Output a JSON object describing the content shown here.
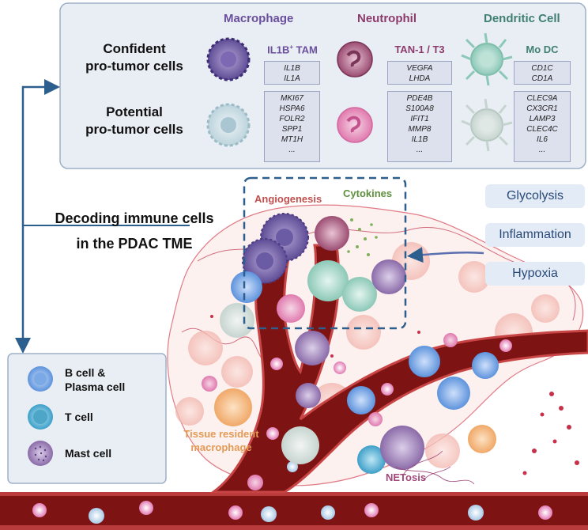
{
  "top_panel": {
    "columns": {
      "macrophage": {
        "title": "Macrophage",
        "color": "#6a4f9c"
      },
      "neutrophil": {
        "title": "Neutrophil",
        "color": "#8c3a6a"
      },
      "dendritic": {
        "title": "Dendritic Cell",
        "color": "#3f7f72"
      }
    },
    "rows": {
      "confident": {
        "label_line1": "Confident",
        "label_line2": "pro-tumor cells"
      },
      "potential": {
        "label_line1": "Potential",
        "label_line2": "pro-tumor cells"
      }
    },
    "subtypes": {
      "macrophage": "IL1B",
      "macrophage_sup": "+",
      "macrophage_suffix": " TAM",
      "neutrophil": "TAN-1 / T3",
      "dendritic": "Mo DC"
    },
    "genes": {
      "macrophage_confident": [
        "IL1B",
        "IL1A"
      ],
      "neutrophil_confident": [
        "VEGFA",
        "LHDA"
      ],
      "dendritic_confident": [
        "CD1C",
        "CD1A"
      ],
      "macrophage_potential": [
        "MKI67",
        "HSPA6",
        "FOLR2",
        "SPP1",
        "MT1H",
        "..."
      ],
      "neutrophil_potential": [
        "PDE4B",
        "S100A8",
        "IFIT1",
        "MMP8",
        "IL1B",
        "..."
      ],
      "dendritic_potential": [
        "CLEC9A",
        "CX3CR1",
        "LAMP3",
        "CLEC4C",
        "IL6",
        "..."
      ]
    }
  },
  "center_title": {
    "line1": "Decoding immune cells",
    "line2": "in the PDAC TME"
  },
  "tme_labels": {
    "angiogenesis": "Angiogenesis",
    "cytokines": "Cytokines",
    "tissue_resident_line1": "Tissue resident",
    "tissue_resident_line2": "macrophage",
    "netosis": "NETosis"
  },
  "processes": [
    "Glycolysis",
    "Inflammation",
    "Hypoxia"
  ],
  "legend": {
    "items": [
      {
        "label_line1": "B cell &",
        "label_line2": "Plasma cell"
      },
      {
        "label_line1": "T cell",
        "label_line2": ""
      },
      {
        "label_line1": "Mast cell",
        "label_line2": ""
      }
    ]
  },
  "colors": {
    "arrow": "#2d5f8e",
    "vessel": "#8b1a1a",
    "angiogenesis": "#c0504d",
    "cytokines": "#5f8f3e",
    "tissue_resident": "#e39a55",
    "netosis": "#a0477a"
  }
}
